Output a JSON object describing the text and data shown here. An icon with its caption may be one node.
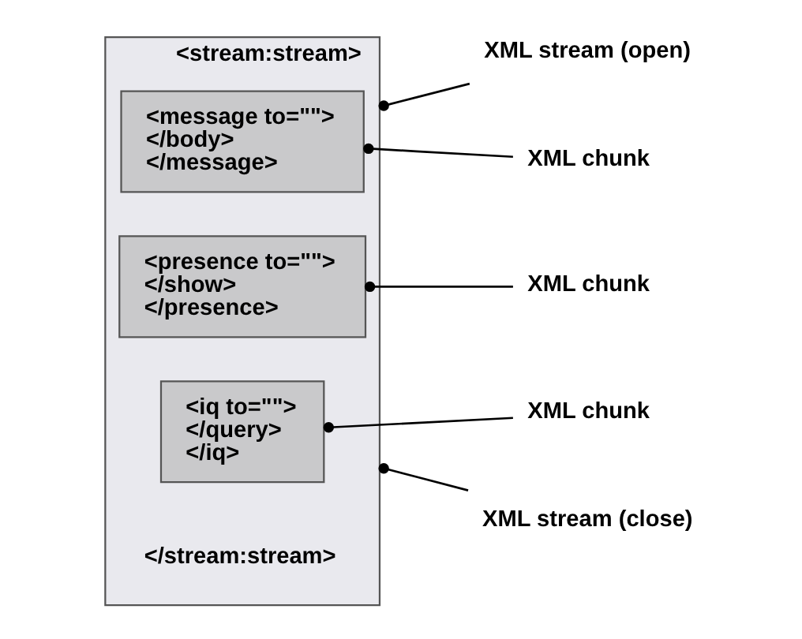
{
  "diagram": {
    "nodes": [
      {
        "text": [
          "<stream:stream>",
          "</stream:stream>"
        ]
      },
      {
        "text": [
          "<message to=\"\">",
          "</body>",
          "</message>"
        ],
        "in": 0
      },
      {
        "text": [
          "<presence to=\"\">",
          "</show>",
          "</presence>"
        ],
        "in": 0
      },
      {
        "text": [
          "<iq to=\"\">",
          "</query>",
          "</iq>"
        ],
        "in": 0
      },
      {
        "text": [
          "XML stream (open)"
        ]
      },
      {
        "text": [
          "XML chunk"
        ]
      },
      {
        "text": [
          "XML chunk"
        ]
      },
      {
        "text": [
          "XML chunk"
        ]
      },
      {
        "text": [
          "XML stream (close)"
        ]
      }
    ],
    "edges": [
      {
        "from": 4,
        "to": 0,
        "arrow": "other"
      },
      {
        "from": 5,
        "to": 1,
        "arrow": "other"
      },
      {
        "from": 6,
        "to": 2,
        "arrow": "other"
      },
      {
        "from": 7,
        "to": 3,
        "arrow": "other"
      },
      {
        "from": 8,
        "to": 0,
        "arrow": "other"
      }
    ]
  }
}
